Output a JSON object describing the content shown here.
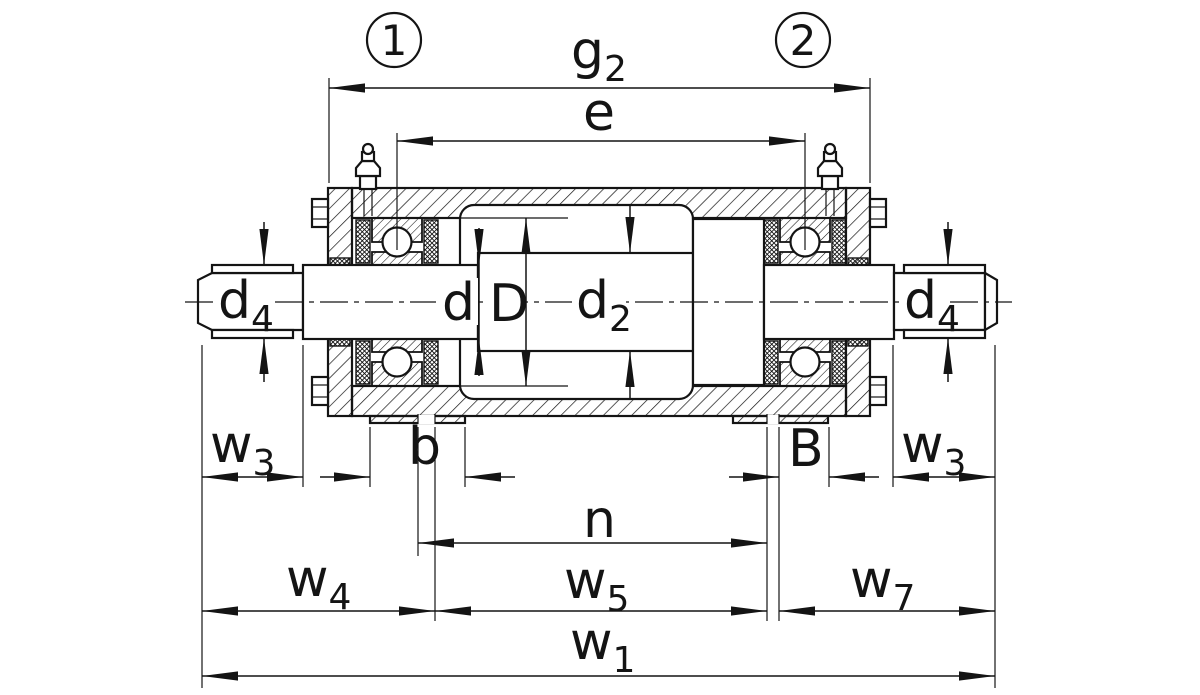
{
  "title": "bearing-unit-dimension-drawing",
  "colors": {
    "line": "#141414",
    "background": "#ffffff"
  },
  "callouts": {
    "c1": "1",
    "c2": "2"
  },
  "dims": {
    "g2": {
      "base": "g",
      "sub": "2"
    },
    "e": {
      "base": "e",
      "sub": ""
    },
    "d4_left": {
      "base": "d",
      "sub": "4"
    },
    "d4_right": {
      "base": "d",
      "sub": "4"
    },
    "d": {
      "base": "d",
      "sub": ""
    },
    "D": {
      "base": "D",
      "sub": ""
    },
    "d2": {
      "base": "d",
      "sub": "2"
    },
    "w3_left": {
      "base": "w",
      "sub": "3"
    },
    "w3_right": {
      "base": "w",
      "sub": "3"
    },
    "b": {
      "base": "b",
      "sub": ""
    },
    "B": {
      "base": "B",
      "sub": ""
    },
    "n": {
      "base": "n",
      "sub": ""
    },
    "w4": {
      "base": "w",
      "sub": "4"
    },
    "w5": {
      "base": "w",
      "sub": "5"
    },
    "w7": {
      "base": "w",
      "sub": "7"
    },
    "w1": {
      "base": "w",
      "sub": "1"
    }
  }
}
